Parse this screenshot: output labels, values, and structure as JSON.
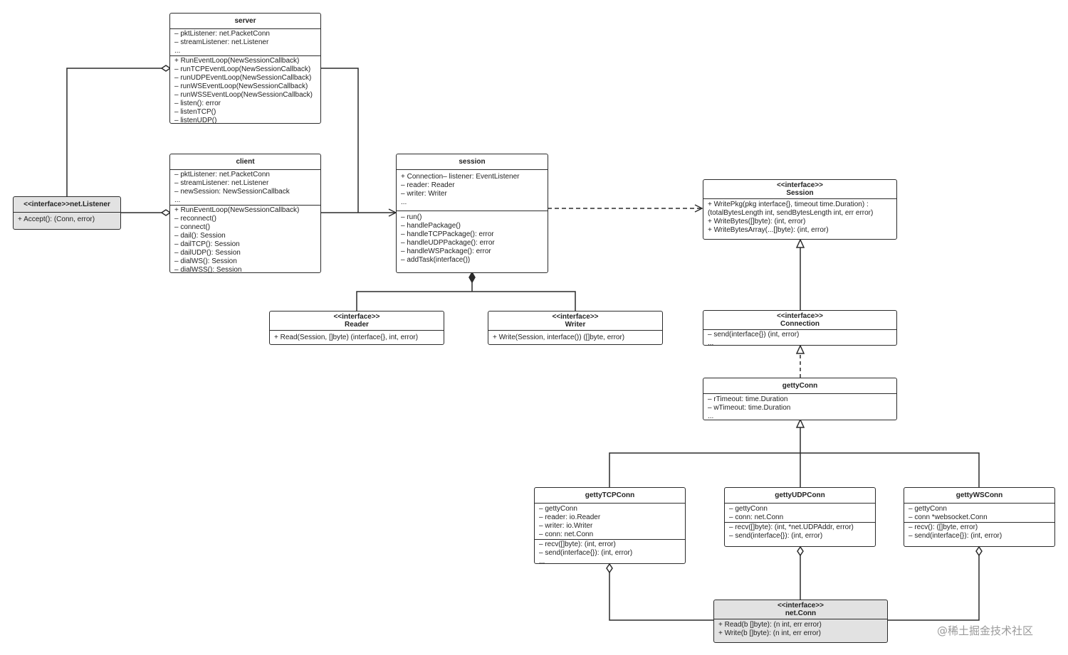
{
  "classes": {
    "server": {
      "name": "server",
      "attributes": [
        "– pktListener: net.PacketConn",
        "– streamListener: net.Listener",
        "..."
      ],
      "methods": [
        "+ RunEventLoop(NewSessionCallback)",
        "– runTCPEventLoop(NewSessionCallback)",
        "– runUDPEventLoop(NewSessionCallback)",
        "– runWSEventLoop(NewSessionCallback)",
        "– runWSSEventLoop(NewSessionCallback)",
        "– listen(): error",
        "– listenTCP()",
        "– listenUDP()"
      ]
    },
    "client": {
      "name": "client",
      "attributes": [
        "– pktListener: net.PacketConn",
        "– streamListener: net.Listener",
        "– newSession: NewSessionCallback",
        "..."
      ],
      "methods": [
        "+ RunEventLoop(NewSessionCallback)",
        "– reconnect()",
        "– connect()",
        "– dail(): Session",
        "– dailTCP(): Session",
        "– dailUDP(): Session",
        "– dialWS(): Session",
        "– dialWSS(): Session"
      ]
    },
    "listener": {
      "stereotype": "<<interface>>net.Listener",
      "methods": [
        "+ Accept(): (Conn, error)"
      ]
    },
    "session": {
      "name": "session",
      "attributes": [
        "+ Connection– listener: EventListener",
        "– reader: Reader",
        "– writer: Writer",
        "..."
      ],
      "methods": [
        "– run()",
        "– handlePackage()",
        "– handleTCPPackage(): error",
        "– handleUDPPackage(): error",
        "– handleWSPackage(): error",
        "– addTask(interface())"
      ]
    },
    "reader": {
      "stereotype": "<<interface>>",
      "name": "Reader",
      "methods": [
        "+ Read(Session, []byte) (interface{}, int, error)"
      ]
    },
    "writer": {
      "stereotype": "<<interface>>",
      "name": "Writer",
      "methods": [
        "+ Write(Session, interface()) ([]byte, error)"
      ]
    },
    "session_iface": {
      "stereotype": "<<interface>>",
      "name": "Session",
      "methods": [
        "+ WritePkg(pkg interface{}, timeout time.Duration) :",
        "(totalBytesLength int, sendBytesLength int, err error)",
        "+ WriteBytes([]byte): (int, error)",
        "+ WriteBytesArray(...[]byte): (int, error)",
        "..."
      ]
    },
    "connection": {
      "stereotype": "<<interface>>",
      "name": "Connection",
      "methods": [
        "– send(interface{}) (int, error)",
        "..."
      ]
    },
    "gettyconn": {
      "name": "gettyConn",
      "attributes": [
        "– rTimeout: time.Duration",
        "– wTimeout: time.Duration",
        "..."
      ]
    },
    "tcpconn": {
      "name": "gettyTCPConn",
      "attributes": [
        "– gettyConn",
        "– reader: io.Reader",
        "– writer: io.Writer",
        "– conn: net.Conn"
      ],
      "methods": [
        "– recv([]byte): (int, error)",
        "– send(interface{}): (int, error)",
        "..."
      ]
    },
    "udpconn": {
      "name": "gettyUDPConn",
      "attributes": [
        "– gettyConn",
        "– conn: net.Conn"
      ],
      "methods": [
        "– recv([]byte): (int, *net.UDPAddr, error)",
        "– send(interface{}): (int, error)"
      ]
    },
    "wsconn": {
      "name": "gettyWSConn",
      "attributes": [
        "– gettyConn",
        "– conn *websocket.Conn"
      ],
      "methods": [
        "– recv(): ([]byte, error)",
        "– send(interface{}): (int, error)"
      ]
    },
    "netconn": {
      "stereotype": "<<interface>>",
      "name": "net.Conn",
      "methods": [
        "+ Read(b []byte): (n int, err error)",
        "+ Write(b []byte): (n int, err error)",
        "..."
      ]
    }
  },
  "colors": {
    "line": "#2b2b2b",
    "interface_fill": "#e2e2e2",
    "box_fill": "#ffffff"
  },
  "watermark": "@稀土掘金技术社区"
}
